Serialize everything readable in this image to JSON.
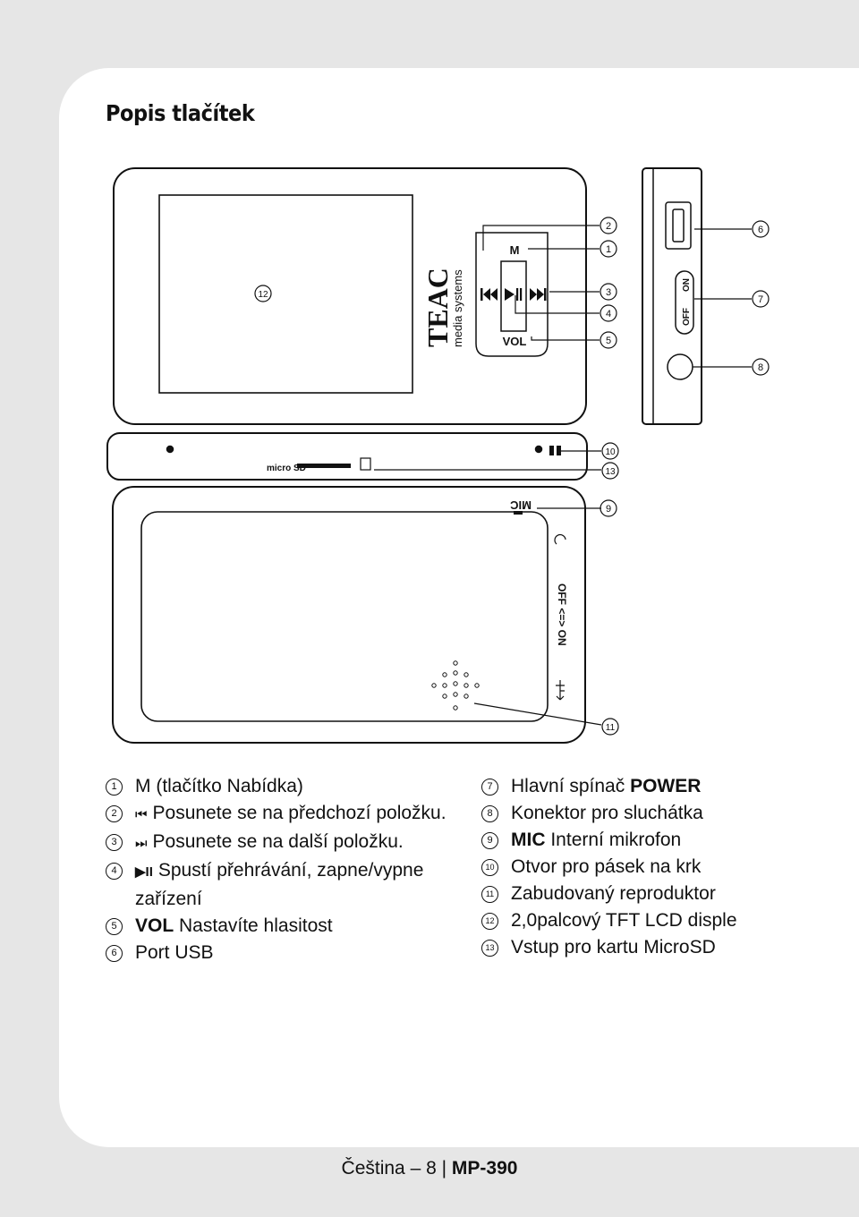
{
  "page": {
    "title": "Popis tlačítek"
  },
  "device": {
    "brand": "TEAC",
    "brand_sub": "media systems",
    "btn_m": "M",
    "btn_vol": "VOL",
    "switch_on": "ON",
    "switch_off": "OFF",
    "micro_sd_label": "micro SD",
    "mic_label": "MIC",
    "side_switch_label": "OFF <=> ON"
  },
  "callouts": [
    "1",
    "2",
    "3",
    "4",
    "5",
    "6",
    "7",
    "8",
    "9",
    "10",
    "11",
    "12",
    "13"
  ],
  "legend": {
    "left": [
      {
        "num": "1",
        "bold": "",
        "icon": "",
        "text": "M (tlačítko Nabídka)"
      },
      {
        "num": "2",
        "bold": "",
        "icon": "⏮",
        "text": "Posunete se na předchozí položku."
      },
      {
        "num": "3",
        "bold": "",
        "icon": "⏭",
        "text": "Posunete se na další položku."
      },
      {
        "num": "4",
        "bold": "",
        "icon": "▶II",
        "text": "Spustí přehrávání, zapne/vypne zařízení"
      },
      {
        "num": "5",
        "bold": "VOL",
        "icon": "",
        "text": "Nastavíte hlasitost"
      },
      {
        "num": "6",
        "bold": "",
        "icon": "",
        "text": "Port USB"
      }
    ],
    "right": [
      {
        "num": "7",
        "bold": "",
        "icon": "",
        "text": "Hlavní spínač",
        "bold_after": "POWER"
      },
      {
        "num": "8",
        "bold": "",
        "icon": "",
        "text": "Konektor pro sluchátka"
      },
      {
        "num": "9",
        "bold": "MIC",
        "icon": "",
        "text": "Interní mikrofon"
      },
      {
        "num": "10",
        "bold": "",
        "icon": "",
        "text": "Otvor pro pásek na krk"
      },
      {
        "num": "11",
        "bold": "",
        "icon": "",
        "text": "Zabudovaný reproduktor"
      },
      {
        "num": "12",
        "bold": "",
        "icon": "",
        "text": "2,0palcový TFT LCD disple"
      },
      {
        "num": "13",
        "bold": "",
        "icon": "",
        "text": "Vstup pro kartu MicroSD"
      }
    ]
  },
  "footer": {
    "language": "Čeština",
    "page_number": "8",
    "model": "MP-390"
  }
}
